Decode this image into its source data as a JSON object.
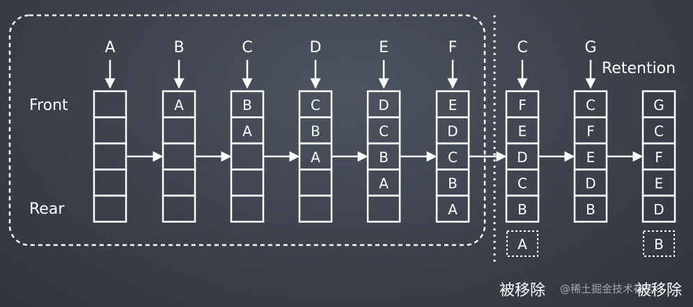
{
  "labels": {
    "front": "Front",
    "rear": "Rear",
    "retention": "Retention",
    "removed_left": "被移除",
    "removed_right": "被移除",
    "watermark": "@稀土掘金技术社区"
  },
  "columns": [
    {
      "top": "A",
      "cells": [
        "",
        "",
        "",
        "",
        ""
      ],
      "removed": ""
    },
    {
      "top": "B",
      "cells": [
        "A",
        "",
        "",
        "",
        ""
      ],
      "removed": ""
    },
    {
      "top": "C",
      "cells": [
        "B",
        "A",
        "",
        "",
        ""
      ],
      "removed": ""
    },
    {
      "top": "D",
      "cells": [
        "C",
        "B",
        "A",
        "",
        ""
      ],
      "removed": ""
    },
    {
      "top": "E",
      "cells": [
        "D",
        "C",
        "B",
        "A",
        ""
      ],
      "removed": ""
    },
    {
      "top": "F",
      "cells": [
        "E",
        "D",
        "C",
        "B",
        "A"
      ],
      "removed": ""
    },
    {
      "top": "C",
      "cells": [
        "F",
        "E",
        "D",
        "C",
        "B"
      ],
      "removed": "A"
    },
    {
      "top": "G",
      "cells": [
        "C",
        "F",
        "E",
        "D",
        "B"
      ],
      "removed": ""
    },
    {
      "top": "",
      "cells": [
        "G",
        "C",
        "F",
        "E",
        "D"
      ],
      "removed": "B"
    }
  ],
  "colors": {
    "foreground": "#ffffff",
    "background": "#3a3f4a"
  }
}
